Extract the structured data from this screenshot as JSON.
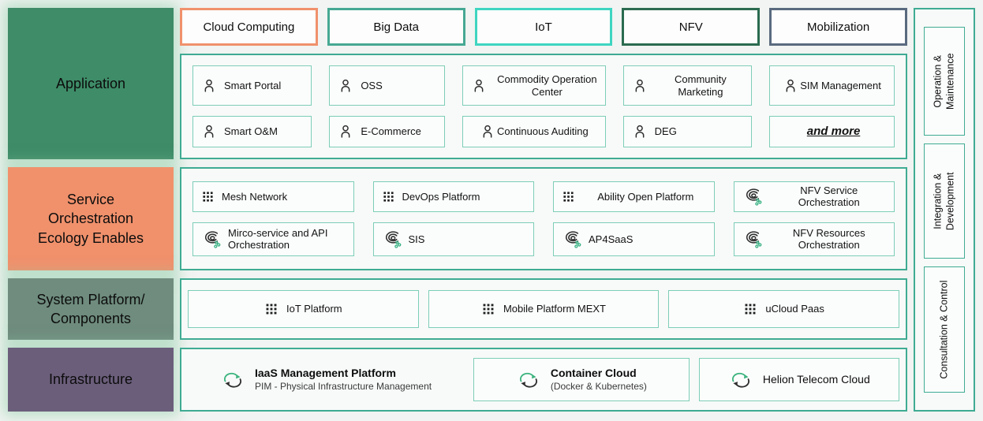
{
  "palette": {
    "page_bg": "#f1f4f2",
    "section_border": "#3fab93",
    "item_border": "#7ecdb8",
    "item_bg": "#fbfdfc",
    "glow_green": "#92cdaa",
    "icon_green": "#2fae7e",
    "icon_dark": "#2e2e2e"
  },
  "left_column": {
    "items": [
      {
        "label": "Application",
        "color": "#3e8c68"
      },
      {
        "label": "Service\nOrchestration\nEcology Enables",
        "color": "#f0916c"
      },
      {
        "label": "System Platform/\nComponents",
        "color": "#6f8c7e"
      },
      {
        "label": "Infrastructure",
        "color": "#6b5e7b"
      }
    ]
  },
  "top_buttons": {
    "items": [
      {
        "label": "Cloud Computing",
        "border_color": "#f0916c"
      },
      {
        "label": "Big Data",
        "border_color": "#46a893"
      },
      {
        "label": "IoT",
        "border_color": "#3ed5c1"
      },
      {
        "label": "NFV",
        "border_color": "#2b6b50"
      },
      {
        "label": "Mobilization",
        "border_color": "#5a6a7f"
      }
    ]
  },
  "application_section": {
    "items": [
      {
        "label": "Smart Portal",
        "icon": "person-icon"
      },
      {
        "label": "OSS",
        "icon": "person-icon"
      },
      {
        "label": "Commodity Operation Center",
        "icon": "person-icon"
      },
      {
        "label": "Community Marketing",
        "icon": "person-icon"
      },
      {
        "label": "SIM Management",
        "icon": "person-icon"
      },
      {
        "label": "Smart O&M",
        "icon": "person-icon"
      },
      {
        "label": "E-Commerce",
        "icon": "person-icon"
      },
      {
        "label": "Continuous Auditing",
        "icon": "person-icon"
      },
      {
        "label": "DEG",
        "icon": "person-icon"
      },
      {
        "label": "and more",
        "icon": "none"
      }
    ]
  },
  "service_section": {
    "items": [
      {
        "label": "Mesh Network",
        "icon": "app-grid-icon"
      },
      {
        "label": "DevOps Platform",
        "icon": "app-grid-icon"
      },
      {
        "label": "Ability Open Platform",
        "icon": "app-grid-icon"
      },
      {
        "label": "NFV Service Orchestration",
        "icon": "orchestration-swirl-icon"
      },
      {
        "label": "Mirco-service and API Orchestration",
        "icon": "orchestration-swirl-icon"
      },
      {
        "label": "SIS",
        "icon": "orchestration-swirl-icon"
      },
      {
        "label": "AP4SaaS",
        "icon": "orchestration-swirl-icon"
      },
      {
        "label": "NFV Resources Orchestration",
        "icon": "orchestration-swirl-icon"
      }
    ]
  },
  "platform_section": {
    "items": [
      {
        "label": "IoT Platform",
        "icon": "app-grid-icon"
      },
      {
        "label": "Mobile Platform MEXT",
        "icon": "app-grid-icon"
      },
      {
        "label": "uCloud Paas",
        "icon": "app-grid-icon"
      }
    ]
  },
  "infrastructure_section": {
    "items": [
      {
        "title": "IaaS Management Platform",
        "subtitle": "PIM - Physical Infrastructure Management",
        "icon": "cloud-sync-icon",
        "boxed": false
      },
      {
        "title": "Container Cloud",
        "subtitle": "(Docker & Kubernetes)",
        "icon": "cloud-sync-icon",
        "boxed": true
      },
      {
        "title": "Helion Telecom Cloud",
        "subtitle": "",
        "icon": "cloud-sync-icon",
        "boxed": true
      }
    ]
  },
  "right_column": {
    "items": [
      {
        "line1": "Operation &",
        "line2": "Maintenance"
      },
      {
        "line1": "Integration &",
        "line2": "Development"
      },
      {
        "line1": "Consultation & Control",
        "line2": ""
      }
    ]
  }
}
